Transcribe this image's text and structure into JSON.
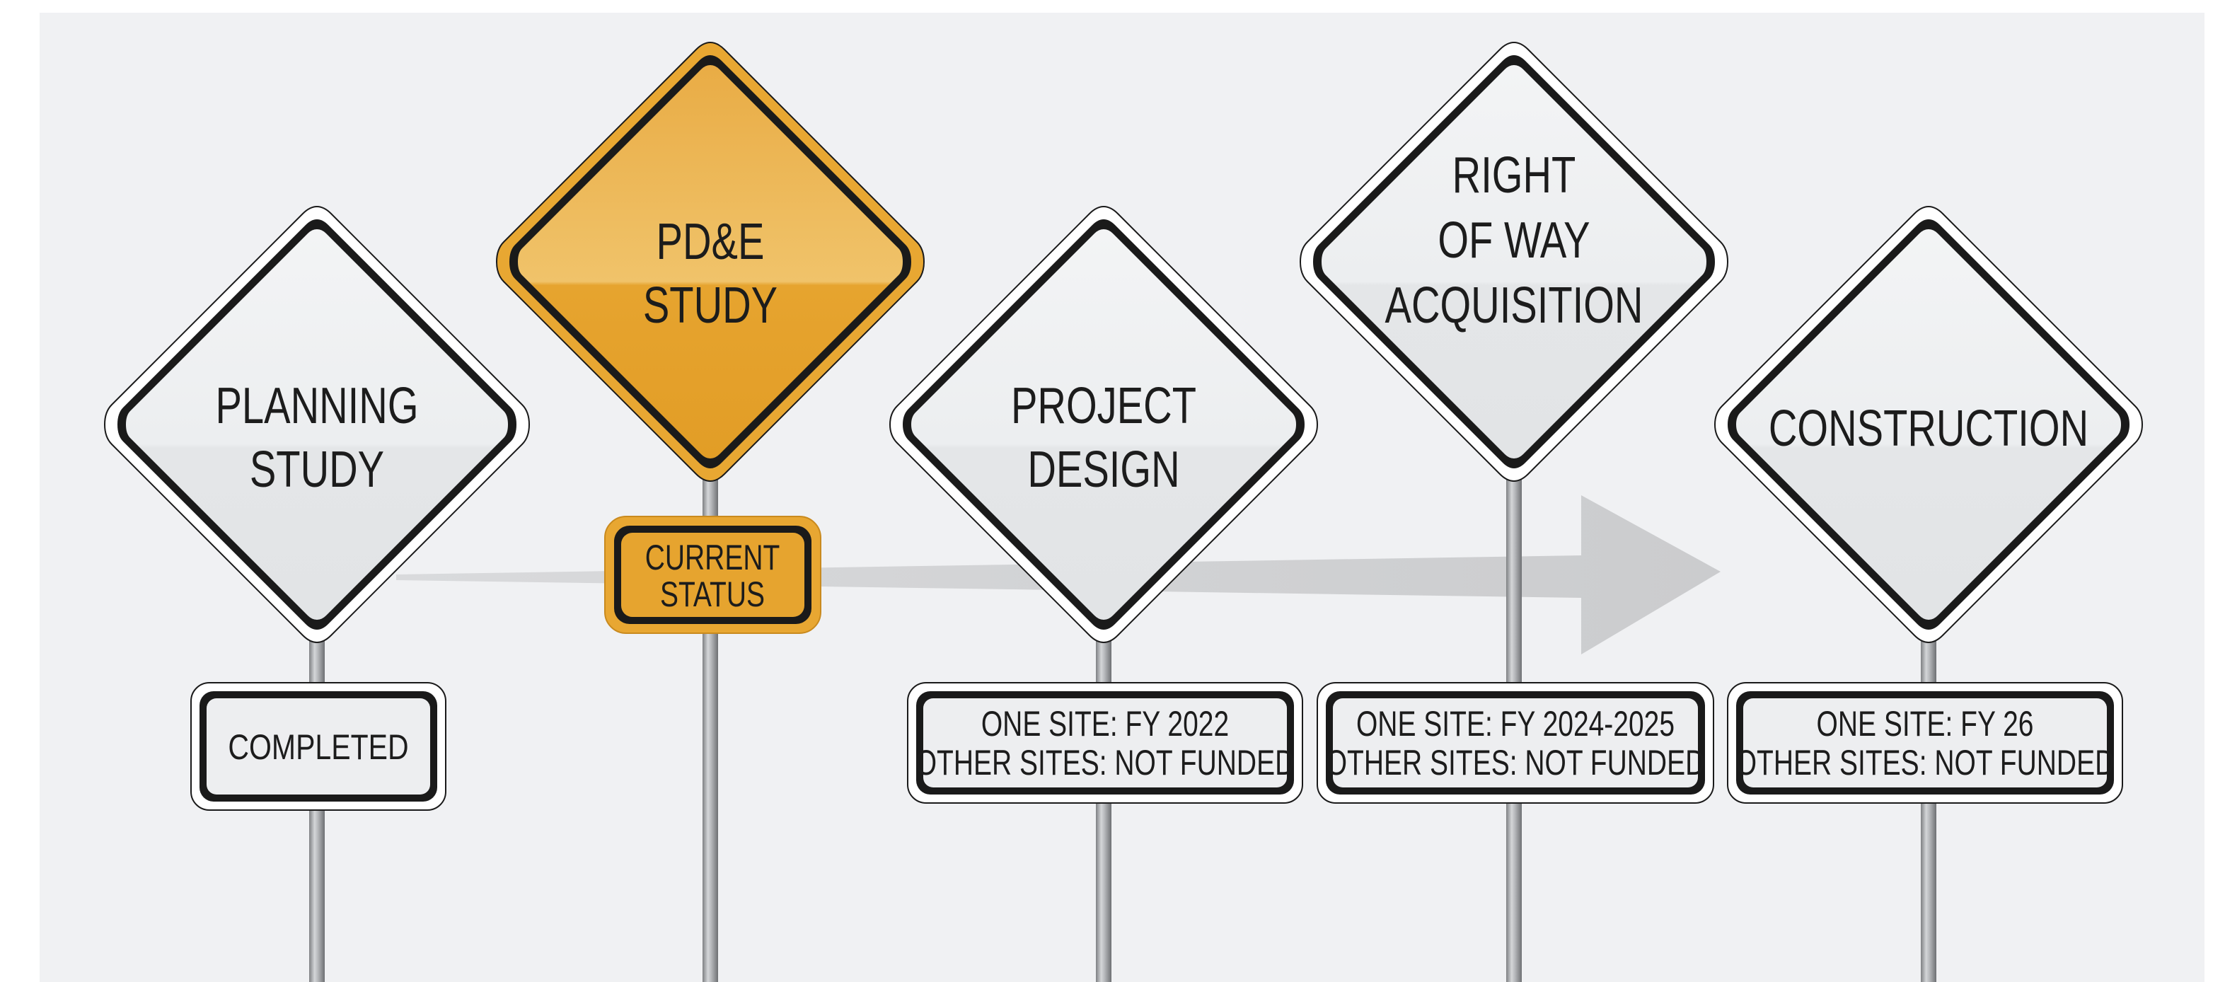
{
  "colors": {
    "background": "#f0f1f3",
    "sign_face": "#eeeff1",
    "sign_border": "#1a1a1a",
    "current_face": "#e8a732",
    "current_face_light": "#f0c063",
    "pole": "#a9abae",
    "arrow": "#cfd0d2"
  },
  "stages": [
    {
      "id": "planning",
      "title_lines": [
        "PLANNING",
        "STUDY"
      ],
      "status_lines": [
        "COMPLETED"
      ],
      "current": false
    },
    {
      "id": "pde",
      "title_lines": [
        "PD&E",
        "STUDY"
      ],
      "status_lines": [
        "CURRENT",
        "STATUS"
      ],
      "current": true
    },
    {
      "id": "design",
      "title_lines": [
        "PROJECT",
        "DESIGN"
      ],
      "status_lines": [
        "ONE SITE: FY 2022",
        "OTHER SITES: NOT FUNDED"
      ],
      "current": false
    },
    {
      "id": "row",
      "title_lines": [
        "RIGHT",
        "OF WAY",
        "ACQUISITION"
      ],
      "status_lines": [
        "ONE SITE: FY 2024-2025",
        "OTHER SITES: NOT FUNDED"
      ],
      "current": false
    },
    {
      "id": "construction",
      "title_lines": [
        "CONSTRUCTION"
      ],
      "status_lines": [
        "ONE SITE: FY 26",
        "OTHER SITES: NOT FUNDED"
      ],
      "current": false
    }
  ]
}
